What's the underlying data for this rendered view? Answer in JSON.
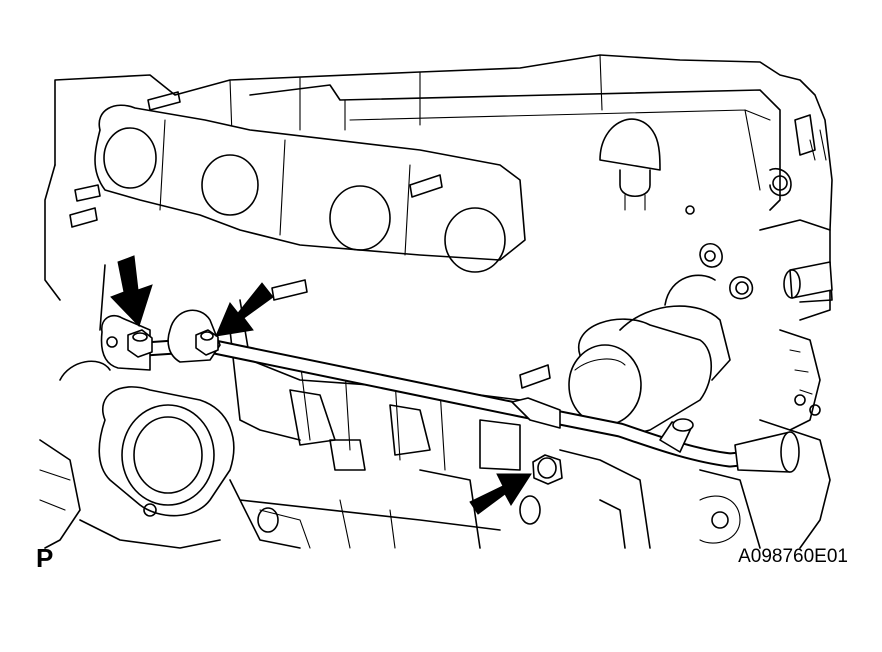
{
  "figure": {
    "view_letter": "P",
    "figure_id": "A098760E01"
  },
  "icons": [
    "arrow-icon-bolt-left",
    "arrow-icon-bolt-center",
    "arrow-icon-bolt-lower"
  ]
}
